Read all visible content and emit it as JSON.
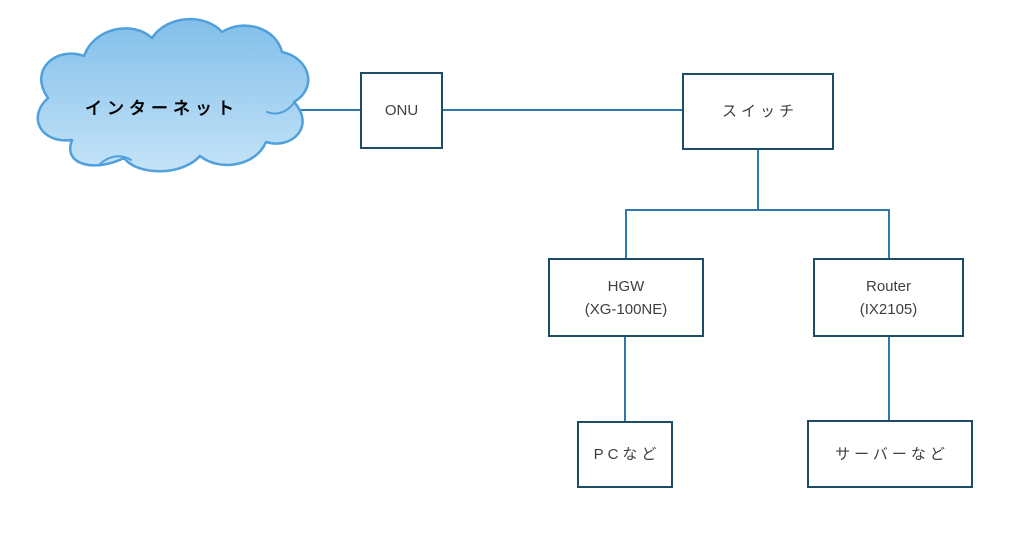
{
  "diagram": {
    "nodes": {
      "internet": {
        "label": "インターネット",
        "shape": "cloud"
      },
      "onu": {
        "label": "ONU",
        "shape": "box"
      },
      "switch": {
        "label": "スイッチ",
        "shape": "box"
      },
      "hgw": {
        "label": "HGW",
        "sublabel": "(XG-100NE)",
        "shape": "box"
      },
      "router": {
        "label": "Router",
        "sublabel": "(IX2105)",
        "shape": "box"
      },
      "pc": {
        "label": "PCなど",
        "shape": "box"
      },
      "server": {
        "label": "サーバーなど",
        "shape": "box"
      }
    },
    "connections": [
      {
        "from": "internet",
        "to": "onu"
      },
      {
        "from": "onu",
        "to": "switch"
      },
      {
        "from": "switch",
        "to": "hgw"
      },
      {
        "from": "switch",
        "to": "router"
      },
      {
        "from": "hgw",
        "to": "pc"
      },
      {
        "from": "router",
        "to": "server"
      }
    ],
    "colors": {
      "connector": "#2E78AD",
      "box_border": "#1E4B66",
      "cloud_outline": "#4FA0DC",
      "cloud_fill_top": "#82BFEA",
      "cloud_fill_bottom": "#C4E3F8",
      "label_text": "#3F3F3F",
      "cloud_label_text": "#000000",
      "background": "#FFFFFF"
    }
  }
}
